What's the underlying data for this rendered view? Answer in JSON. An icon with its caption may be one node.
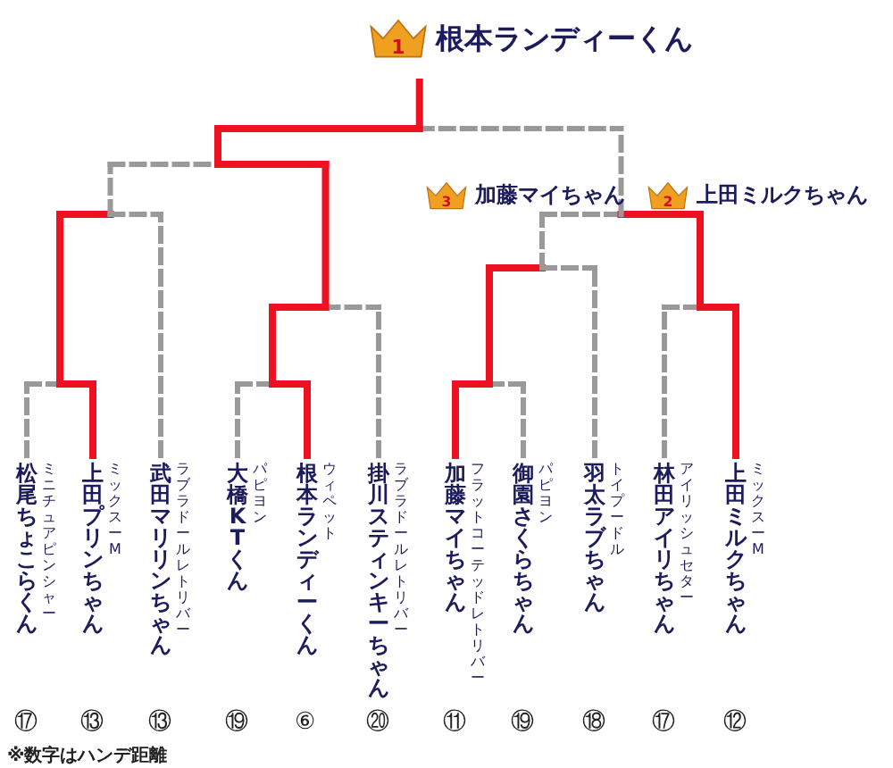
{
  "diagram": {
    "nodes": [
      {
        "text": [
          "松尾ちょこらくん"
        ],
        "beside": [
          "ミニチュアピンシャー"
        ]
      },
      {
        "text": [
          "上田プリンちゃん"
        ],
        "beside": [
          "ミックスーM"
        ]
      },
      {
        "text": [
          "武田マリリンちゃん"
        ],
        "beside": [
          "ラブラドールレトリバー"
        ]
      },
      {
        "text": [
          "大橋KTくん"
        ],
        "beside": [
          "パピヨン"
        ]
      },
      {
        "text": [
          "根本ランディーくん"
        ],
        "beside": [
          "ウィペット"
        ]
      },
      {
        "text": [
          "掛川スティンキーちゃん"
        ],
        "beside": [
          "ラブラドールレトリバー"
        ]
      },
      {
        "text": [
          "加藤マイちゃん"
        ],
        "beside": [
          "フラットコーテッドレトリバー"
        ]
      },
      {
        "text": [
          "御園さくらちゃん"
        ],
        "beside": [
          "パピヨン"
        ]
      },
      {
        "text": [
          "羽太ラブちゃん"
        ],
        "beside": [
          "トイプードル"
        ]
      },
      {
        "text": [
          "林田アイリちゃん"
        ],
        "beside": [
          "アイリッシュセター"
        ]
      },
      {
        "text": [
          "上田ミルクちゃん"
        ],
        "beside": [
          "ミックスーM"
        ]
      }
    ],
    "labels": [
      "1",
      "根本ランディーくん",
      "3",
      "加藤マイちゃん",
      "2",
      "上田ミルクちゃん",
      "⑰",
      "⑬",
      "⑬",
      "⑲",
      "⑥",
      "⑳",
      "⑪",
      "⑲",
      "⑱",
      "⑰",
      "⑫",
      "※数字はハンデ距離"
    ]
  }
}
